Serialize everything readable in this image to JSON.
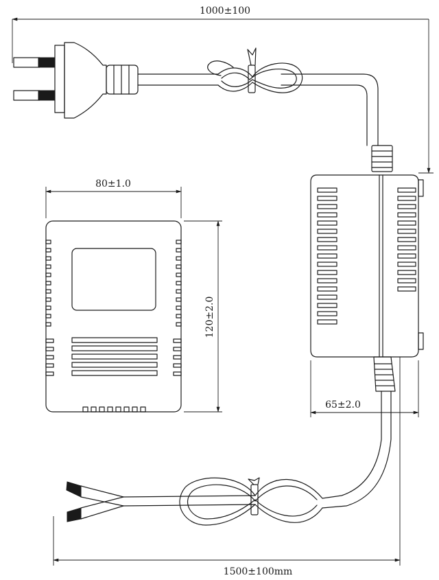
{
  "dimensions": {
    "input_cable_length": "1000±100",
    "front_width": "80±1.0",
    "front_height": "120±2.0",
    "side_depth": "65±2.0",
    "output_cable_length": "1500±100mm"
  }
}
